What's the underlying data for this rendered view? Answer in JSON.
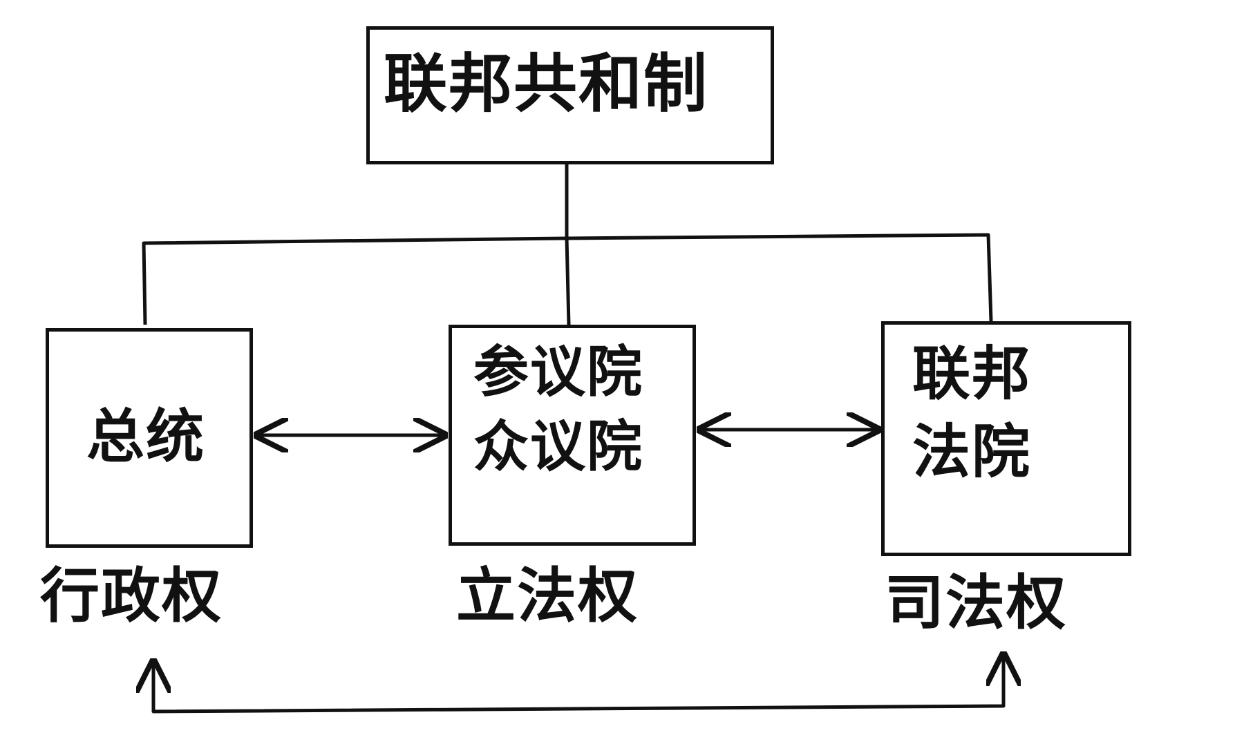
{
  "diagram": {
    "root": {
      "text": "联邦共和制"
    },
    "branches": [
      {
        "name": "总统",
        "power": "行政权"
      },
      {
        "name": [
          "参议院",
          "众议院"
        ],
        "power": "立法权"
      },
      {
        "name": [
          "联邦",
          "法院"
        ],
        "power": "司法权"
      }
    ],
    "text": {
      "root": "联邦共和制",
      "exec_box": "总统",
      "leg_line1": "参议院",
      "leg_line2": "众议院",
      "jud_line1": "联邦",
      "jud_line2": "法院",
      "exec_label": "行政权",
      "leg_label": "立法权",
      "jud_label": "司法权"
    },
    "connections": [
      {
        "from": "联邦共和制",
        "to": [
          "总统",
          "参议院/众议院",
          "联邦法院"
        ],
        "style": "tree"
      },
      {
        "from": "总统",
        "to": "参议院/众议院",
        "style": "double-arrow"
      },
      {
        "from": "参议院/众议院",
        "to": "联邦法院",
        "style": "double-arrow"
      },
      {
        "from": "行政权",
        "to": "司法权",
        "style": "double-arrow"
      }
    ],
    "colors": {
      "stroke": "#111111",
      "background": "#ffffff"
    }
  }
}
